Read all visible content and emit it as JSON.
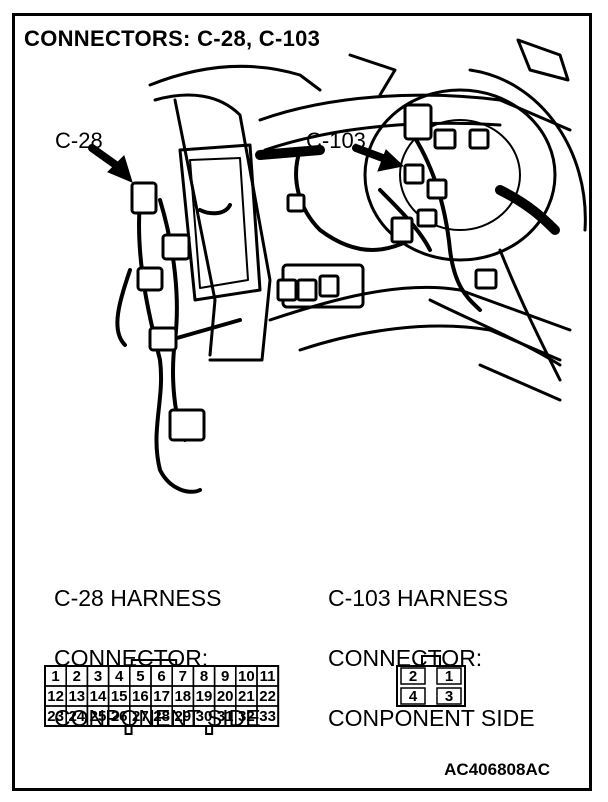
{
  "title": "CONNECTORS: C-28, C-103",
  "callouts": {
    "c28": "C-28",
    "c103": "C-103"
  },
  "c28_desc": {
    "line1": "C-28 HARNESS",
    "line2": "CONNECTOR:",
    "line3": "CONPONENT SIDE"
  },
  "c103_desc": {
    "line1": "C-103 HARNESS",
    "line2": "CONNECTOR:",
    "line3": "CONPONENT SIDE"
  },
  "c28_pins": [
    [
      "1",
      "2",
      "3",
      "4",
      "5",
      "6",
      "7",
      "8",
      "9",
      "10",
      "11"
    ],
    [
      "12",
      "13",
      "14",
      "15",
      "16",
      "17",
      "18",
      "19",
      "20",
      "21",
      "22"
    ],
    [
      "23",
      "24",
      "25",
      "26",
      "27",
      "28",
      "29",
      "30",
      "31",
      "32",
      "33"
    ]
  ],
  "c103_pins": [
    [
      "2",
      "1"
    ],
    [
      "4",
      "3"
    ]
  ],
  "figure_code": "AC406808AC"
}
